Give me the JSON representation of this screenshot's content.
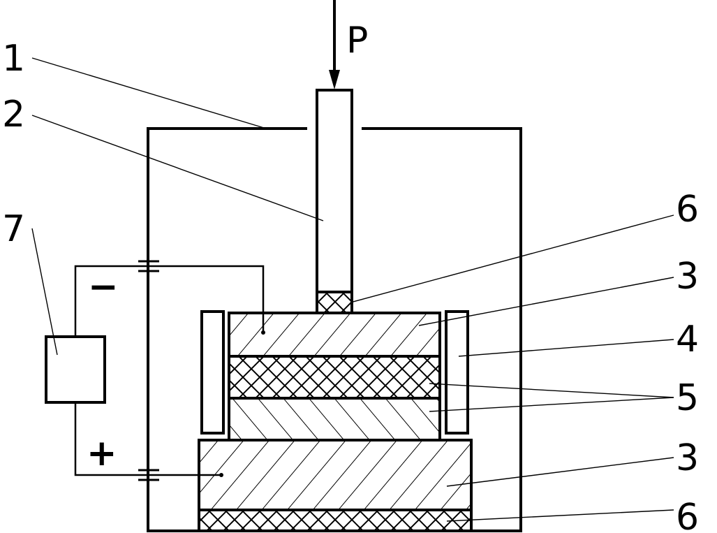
{
  "diagram": {
    "force_label": "P",
    "labels": {
      "chamber": "1",
      "punch": "2",
      "pad_upper": "6",
      "electrode_upper": "3",
      "insulator": "4",
      "sample": "5",
      "electrode_lower": "3",
      "pad_lower": "6",
      "power_source": "7"
    },
    "polarity": {
      "negative": "−",
      "positive": "+"
    }
  }
}
